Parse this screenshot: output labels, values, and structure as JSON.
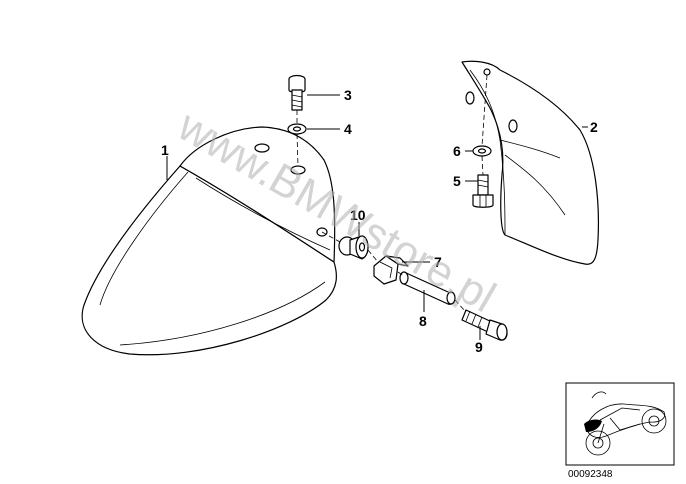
{
  "diagram": {
    "callouts": [
      {
        "label": "1"
      },
      {
        "label": "2"
      },
      {
        "label": "3"
      },
      {
        "label": "4"
      },
      {
        "label": "5"
      },
      {
        "label": "6"
      },
      {
        "label": "7"
      },
      {
        "label": "8"
      },
      {
        "label": "9"
      },
      {
        "label": "10"
      }
    ],
    "watermark": "www.BMWstore.pl",
    "thumbnail_code": "00092348"
  }
}
